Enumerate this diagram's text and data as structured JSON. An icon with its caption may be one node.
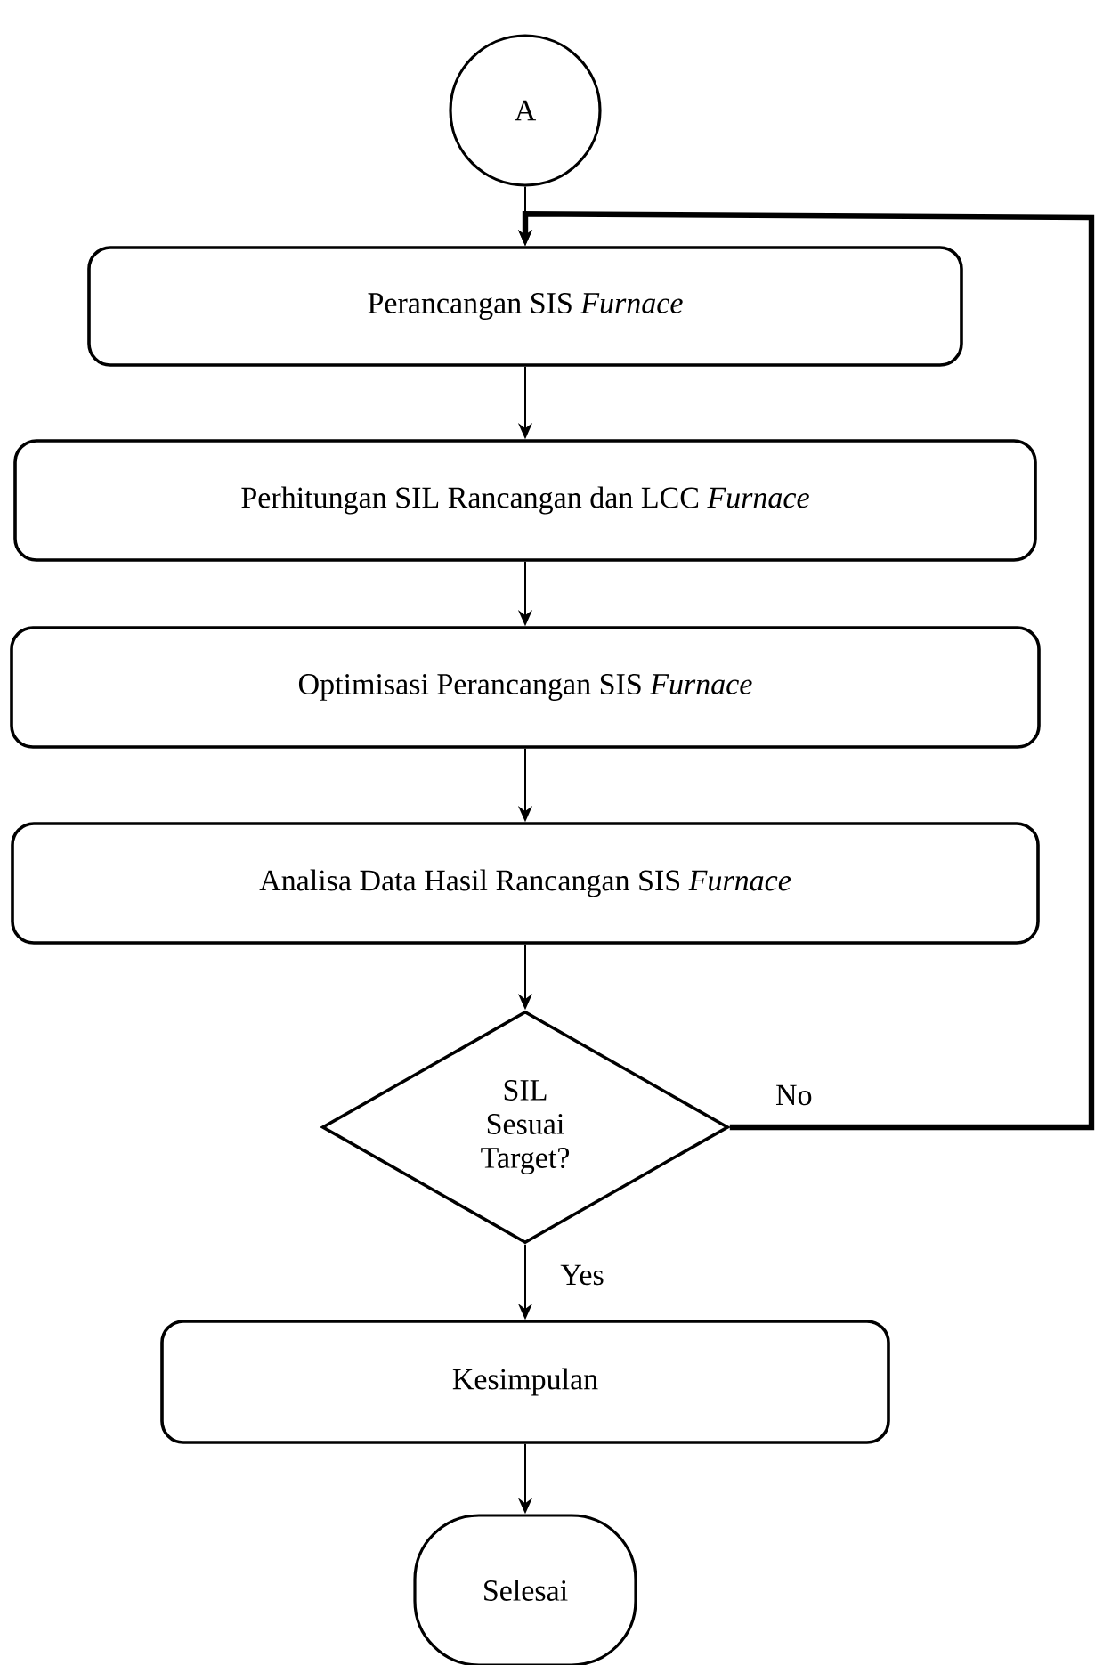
{
  "diagram": {
    "nodes": [
      {
        "text": [
          "A"
        ]
      },
      {
        "text": [
          "Perancangan SIS *Furnace*"
        ]
      },
      {
        "text": [
          "Perhitungan SIL Rancangan dan LCC *Furnace*"
        ]
      },
      {
        "text": [
          "Optimisasi Perancangan SIS *Furnace*"
        ]
      },
      {
        "text": [
          "Analisa Data Hasil Rancangan SIS *Furnace*"
        ]
      },
      {
        "text": [
          "SIL Sesuai Target?"
        ]
      },
      {
        "text": [
          "Kesimpulan"
        ]
      },
      {
        "text": [
          "Selesai"
        ]
      }
    ],
    "edges": [
      {
        "from": 0,
        "to": 1,
        "arrow": "to"
      },
      {
        "from": 1,
        "to": 2,
        "arrow": "to"
      },
      {
        "from": 2,
        "to": 3,
        "arrow": "to"
      },
      {
        "from": 3,
        "to": 4,
        "arrow": "to"
      },
      {
        "from": 4,
        "to": 5,
        "arrow": "to"
      },
      {
        "from": 5,
        "to": 6,
        "arrow": "to",
        "label": "Yes"
      },
      {
        "from": 6,
        "to": 7,
        "arrow": "to"
      },
      {
        "from": 5,
        "to": 1,
        "arrow": "to",
        "label": "No",
        "style": "thick"
      }
    ]
  }
}
